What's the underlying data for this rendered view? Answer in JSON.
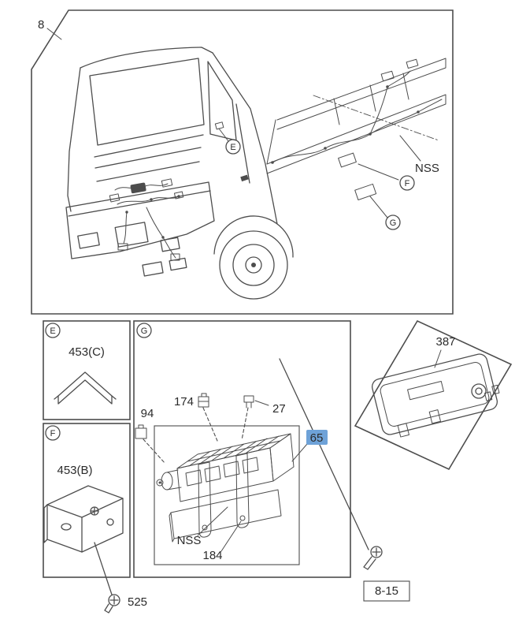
{
  "figure": {
    "ref": "8"
  },
  "colors": {
    "highlight_bg": "#6ea2d8",
    "highlight_text": "#0d2a4d"
  },
  "truck": {
    "callout_e": "E",
    "callout_f": "F",
    "callout_g": "G",
    "nss": "NSS"
  },
  "detail_e": {
    "callout": "E",
    "part": "453(C)"
  },
  "detail_f": {
    "callout": "F",
    "part": "453(B)"
  },
  "detail_g": {
    "callout": "G",
    "part_174": "174",
    "part_94": "94",
    "part_27": "27",
    "part_65": "65",
    "nss": "NSS",
    "part_184": "184"
  },
  "cover": {
    "part": "387"
  },
  "screw": {
    "part": "525"
  },
  "reference": {
    "label": "8-15"
  }
}
